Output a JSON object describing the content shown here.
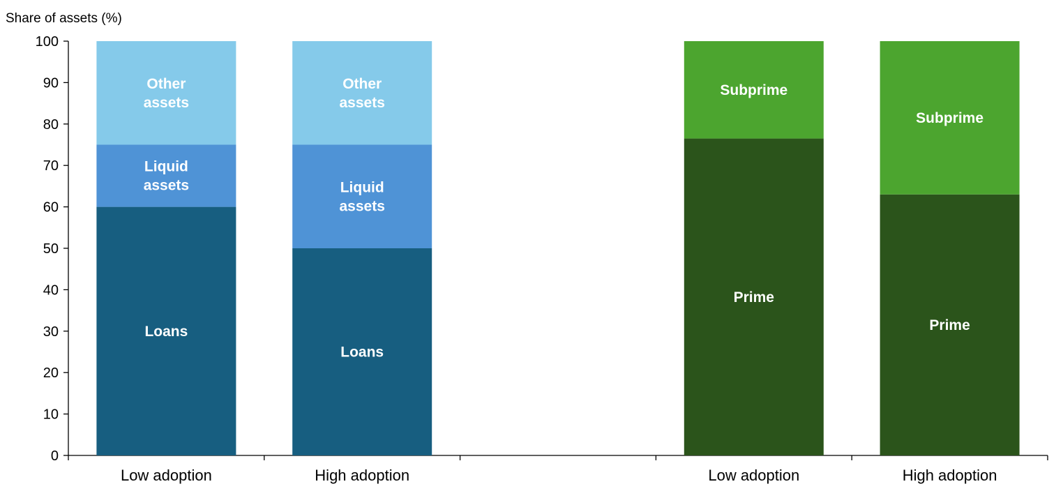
{
  "chart_data": {
    "type": "bar",
    "stacked": true,
    "ylabel": "Share of assets (%)",
    "ylim": [
      0,
      100
    ],
    "yticks": [
      0,
      10,
      20,
      30,
      40,
      50,
      60,
      70,
      80,
      90,
      100
    ],
    "categories": [
      "Low adoption",
      "High adoption",
      "",
      "Low adoption",
      "High adoption"
    ],
    "groups": [
      {
        "bars": [
          {
            "category": "Low adoption",
            "segments": [
              {
                "label": [
                  "Loans"
                ],
                "value": 60,
                "color": "#175e80"
              },
              {
                "label": [
                  "Liquid",
                  "assets"
                ],
                "value": 15,
                "color": "#4f93d6"
              },
              {
                "label": [
                  "Other",
                  "assets"
                ],
                "value": 25,
                "color": "#85caea"
              }
            ]
          },
          {
            "category": "High adoption",
            "segments": [
              {
                "label": [
                  "Loans"
                ],
                "value": 50,
                "color": "#175e80"
              },
              {
                "label": [
                  "Liquid",
                  "assets"
                ],
                "value": 25,
                "color": "#4f93d6"
              },
              {
                "label": [
                  "Other",
                  "assets"
                ],
                "value": 25,
                "color": "#85caea"
              }
            ]
          }
        ]
      },
      {
        "bars": [
          {
            "category": "Low adoption",
            "segments": [
              {
                "label": [
                  "Prime"
                ],
                "value": 76.5,
                "color": "#2b541b"
              },
              {
                "label": [
                  "Subprime"
                ],
                "value": 23.5,
                "color": "#4ca52f"
              }
            ]
          },
          {
            "category": "High adoption",
            "segments": [
              {
                "label": [
                  "Prime"
                ],
                "value": 63,
                "color": "#2b541b"
              },
              {
                "label": [
                  "Subprime"
                ],
                "value": 37,
                "color": "#4ca52f"
              }
            ]
          }
        ]
      }
    ]
  }
}
